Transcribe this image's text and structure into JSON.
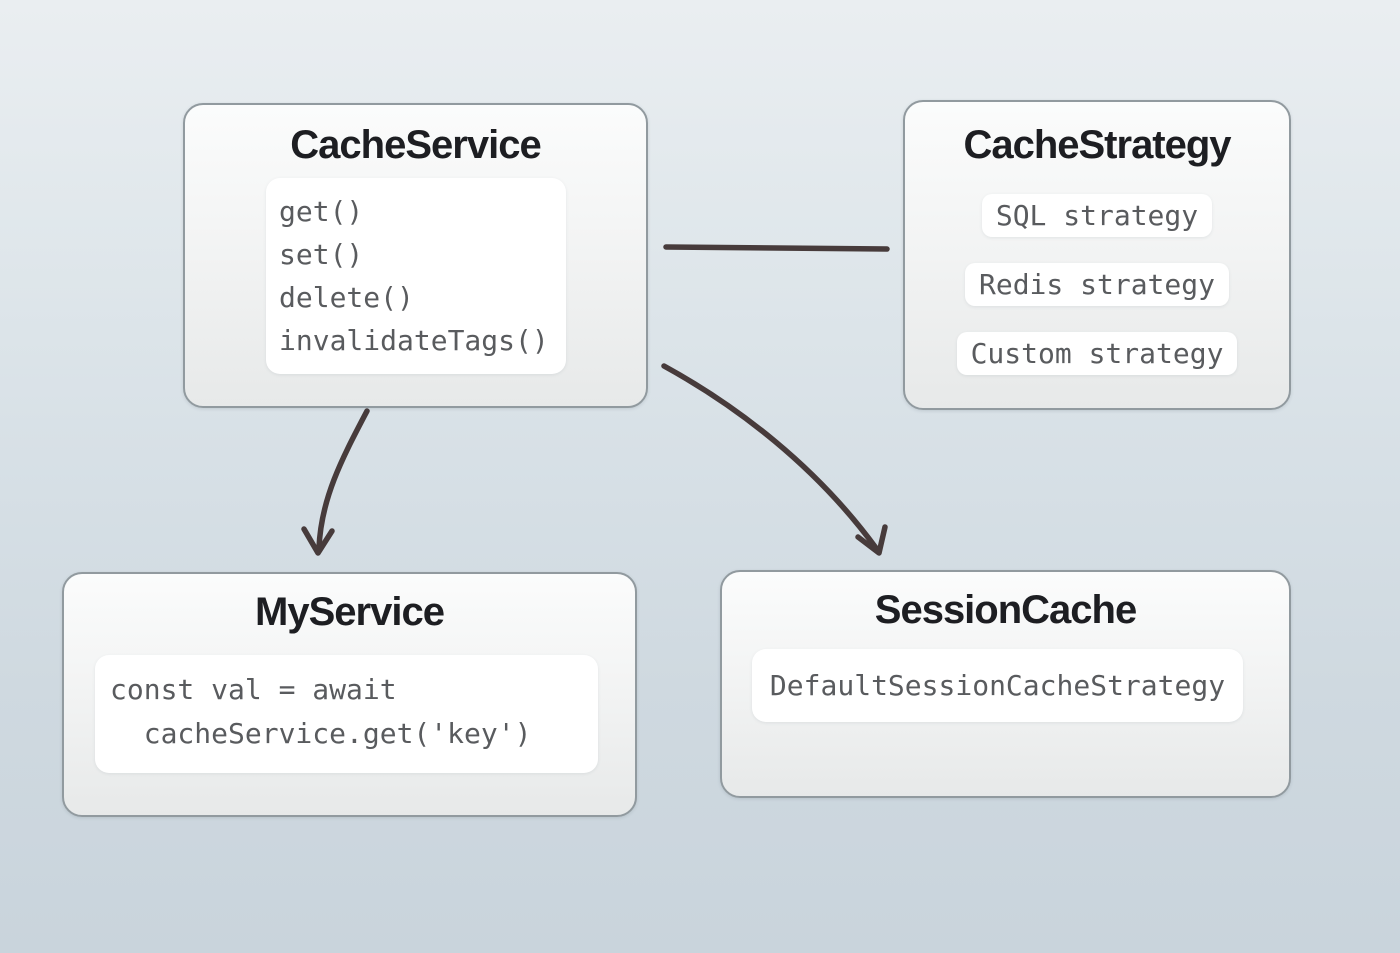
{
  "diagram": {
    "nodes": {
      "cache_service": {
        "title": "CacheService",
        "methods": [
          "get()",
          "set()",
          "delete()",
          "invalidateTags()"
        ]
      },
      "cache_strategy": {
        "title": "CacheStrategy",
        "strategies": [
          "SQL strategy",
          "Redis strategy",
          "Custom strategy"
        ]
      },
      "my_service": {
        "title": "MyService",
        "code_lines": [
          "const val = await",
          "  cacheService.get('key')"
        ]
      },
      "session_cache": {
        "title": "SessionCache",
        "strategy": "DefaultSessionCacheStrategy"
      }
    },
    "edges": [
      {
        "name": "cacheservice-to-cachestrategy",
        "from": "CacheService",
        "to": "CacheStrategy",
        "style": "straight-line"
      },
      {
        "name": "cacheservice-to-myservice",
        "from": "CacheService",
        "to": "MyService",
        "style": "curved-arrow"
      },
      {
        "name": "cacheservice-to-sessioncache",
        "from": "CacheService",
        "to": "SessionCache",
        "style": "curved-arrow"
      }
    ],
    "colors": {
      "background_top": "#eaeef1",
      "background_bottom": "#c9d4dc",
      "node_fill_top": "#fbfcfc",
      "node_fill_bottom": "#e7e9e9",
      "node_border": "#919a9f",
      "panel_fill": "#ffffff",
      "title_text": "#1d1e22",
      "code_text": "#595b5e",
      "connector": "#473b3b"
    }
  }
}
